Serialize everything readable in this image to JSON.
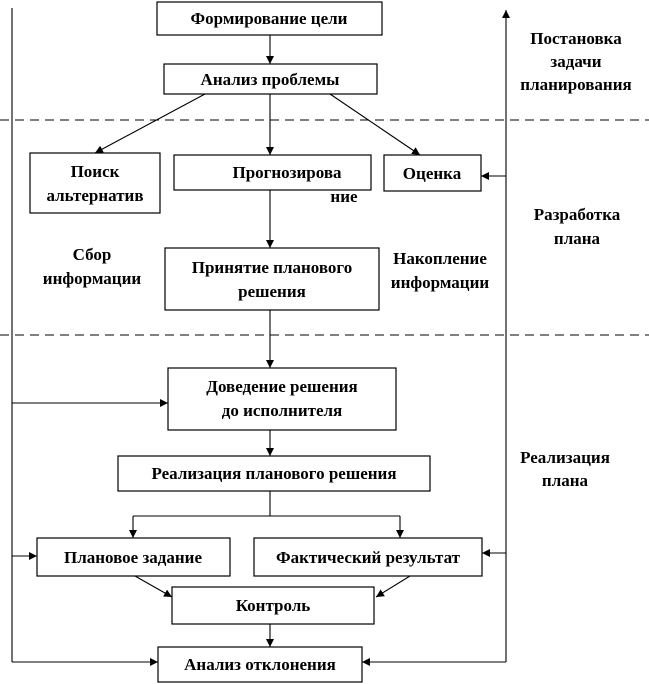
{
  "boxes": {
    "formation": "Формирование цели",
    "analysis": "Анализ проблемы",
    "search": [
      "Поиск",
      "альтернатив"
    ],
    "forecast_a": "Прогнозирова",
    "forecast_b": "ние",
    "evaluation": "Оценка",
    "decision": [
      "Принятие планового",
      "решения"
    ],
    "delivery": [
      "Доведение решения",
      "до исполнителя"
    ],
    "implementation": "Реализация планового решения",
    "planned_task": "Плановое задание",
    "actual_result": "Фактический результат",
    "control": "Контроль",
    "deviation": "Анализ отклонения"
  },
  "labels": {
    "collect": [
      "Сбор",
      "информации"
    ],
    "accumulate": [
      "Накопление",
      "информации"
    ]
  },
  "stages": {
    "setup": [
      "Постановка",
      "задачи",
      "планирования"
    ],
    "development": [
      "Разработка",
      "плана"
    ],
    "realization": [
      "Реализация",
      "плана"
    ]
  }
}
